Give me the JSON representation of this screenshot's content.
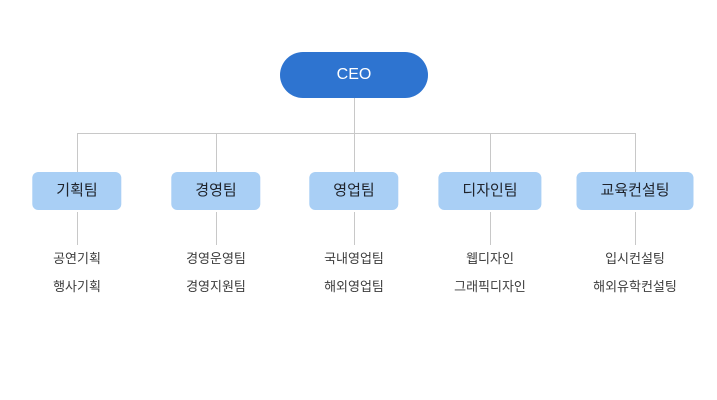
{
  "org_chart": {
    "root": {
      "label": "CEO"
    },
    "teams": [
      {
        "label": "기획팀",
        "subs": [
          "공연기획",
          "행사기획"
        ]
      },
      {
        "label": "경영팀",
        "subs": [
          "경영운영팀",
          "경영지원팀"
        ]
      },
      {
        "label": "영업팀",
        "subs": [
          "국내영업팀",
          "해외영업팀"
        ]
      },
      {
        "label": "디자인팀",
        "subs": [
          "웹디자인",
          "그래픽디자인"
        ]
      },
      {
        "label": "교육컨설팅",
        "subs": [
          "입시컨설팅",
          "해외유학컨설팅"
        ]
      }
    ],
    "colors": {
      "root_bg": "#2e74d0",
      "root_text": "#ffffff",
      "team_bg": "#a9cff5",
      "team_text": "#20242c",
      "sub_text": "#3c3c3c",
      "line": "#c8c8c8"
    }
  }
}
